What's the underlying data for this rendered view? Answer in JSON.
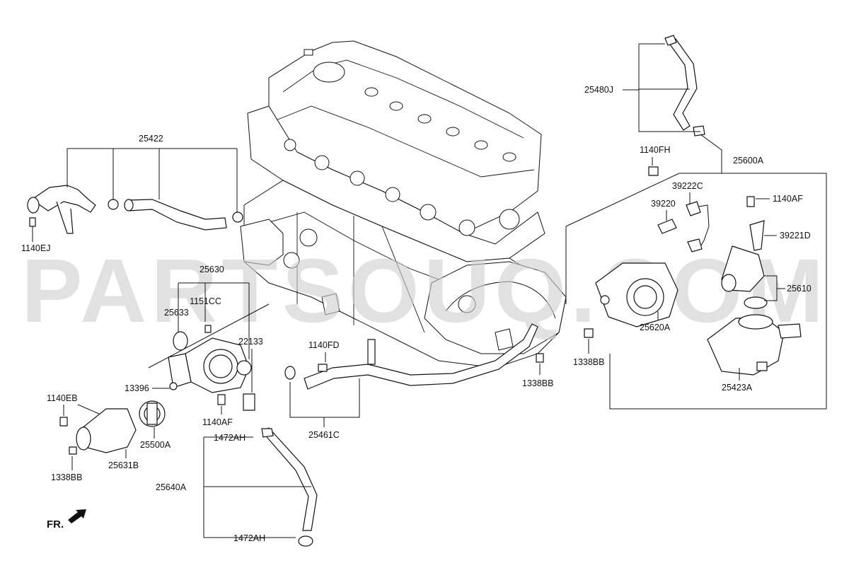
{
  "watermark": "PARTSOUQ.COM",
  "front_indicator": "FR.",
  "part_labels": {
    "p25422": "25422",
    "p1140EJ": "1140EJ",
    "p25630": "25630",
    "p1151CC": "1151CC",
    "p25633": "25633",
    "p22133": "22133",
    "p13396": "13396",
    "p1140EB": "1140EB",
    "p1338BB_left": "1338BB",
    "p25631B": "25631B",
    "p25500A": "25500A",
    "p1140AF_left": "1140AF",
    "p1472AH_top": "1472AH",
    "p25640A": "25640A",
    "p1472AH_bottom": "1472AH",
    "p1140FD": "1140FD",
    "p25461C": "25461C",
    "p1338BB_mid": "1338BB",
    "p25480J": "25480J",
    "p1140FH": "1140FH",
    "p25600A": "25600A",
    "p39222C": "39222C",
    "p39220": "39220",
    "p1140AF_right": "1140AF",
    "p39221D": "39221D",
    "p25610": "25610",
    "p25620A": "25620A",
    "p1338BB_right": "1338BB",
    "p25423A": "25423A"
  }
}
